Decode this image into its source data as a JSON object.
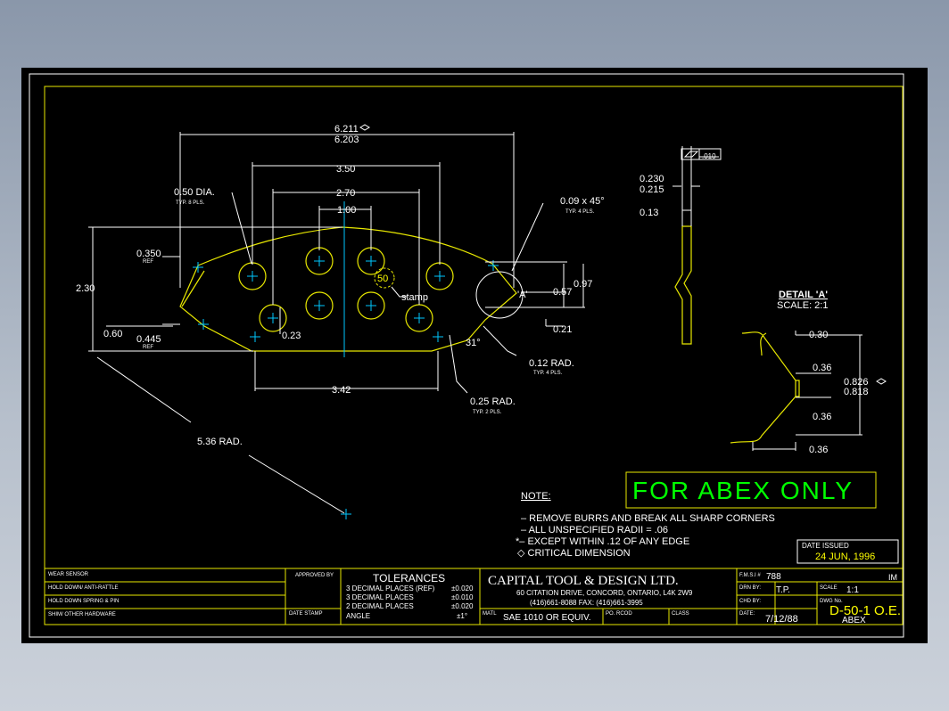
{
  "dims": {
    "overall_max": "6.211",
    "overall_min": "6.203",
    "d350": "3.50",
    "d270": "2.70",
    "d100": "1.00",
    "hole_dia": "0.50 DIA.",
    "hole_dia_note": "TYP. 8 PLS.",
    "chamfer": "0.09 x 45°",
    "chamfer_note": "TYP. 4 PLS.",
    "d0350": "0.350",
    "ref": "REF",
    "d230": "2.30",
    "d060": "0.60",
    "d0445": "0.445",
    "d023": "0.23",
    "d057": "0.57",
    "d097": "0.97",
    "d021": "0.21",
    "d342": "3.42",
    "angle31": "31°",
    "r012": "0.12 RAD.",
    "r012_note": "TYP. 4 PLS.",
    "r025": "0.25 RAD.",
    "r025_note": "TYP. 2 PLS.",
    "r536": "5.36 RAD.",
    "stamp_num": "50",
    "stamp": "stamp",
    "detail_mark": "'A'"
  },
  "side": {
    "flat": ".010",
    "t_max": "0.230",
    "t_min": "0.215",
    "d013": "0.13"
  },
  "detail": {
    "title": "DETAIL 'A'",
    "scale": "SCALE: 2:1",
    "d030": "0.30",
    "d036a": "0.36",
    "d036b": "0.36",
    "d036c": "0.36",
    "d0826": "0.826",
    "d0818": "0.818"
  },
  "banner": "FOR ABEX ONLY",
  "notes": {
    "heading": "NOTE:",
    "items": [
      "– REMOVE BURRS AND BREAK ALL SHARP CORNERS",
      "– ALL UNSPECIFIED RADII = .06",
      "*– EXCEPT WITHIN .12 OF ANY EDGE",
      "◇ CRITICAL DIMENSION"
    ]
  },
  "date_issued": {
    "label": "DATE ISSUED",
    "value": "24 JUN, 1996"
  },
  "title_block": {
    "rows": [
      "WEAR SENSOR",
      "HOLD DOWN/ ANTI-RATTLE",
      "HOLD DOWN SPRING & PIN",
      "SHIM/ OTHER HARDWARE"
    ],
    "approved_by": "APPROVED BY",
    "date_stamp": "DATE STAMP",
    "tol_title": "TOLERANCES",
    "tol_rows": [
      {
        "label": "3 DECIMAL PLACES (REF)",
        "value": "±0.020"
      },
      {
        "label": "3 DECIMAL PLACES",
        "value": "±0.010"
      },
      {
        "label": "2 DECIMAL PLACES",
        "value": "±0.020"
      },
      {
        "label": "ANGLE",
        "value": "±1°"
      }
    ],
    "company": "CAPITAL TOOL & DESIGN LTD.",
    "address": "60 CITATION DRIVE, CONCORD, ONTARIO, L4K 2W9",
    "phone": "(416)661-8088   FAX: (416)661-3995",
    "matl_label": "MATL",
    "matl": "SAE 1010 OR EQUIV.",
    "po_label": "PO. RCOD",
    "class_label": "CLASS",
    "fms_label": "F.M.S.I #",
    "fms": "788",
    "im": "IM",
    "drn_label": "DRN BY:",
    "drn": "T.P.",
    "scale_label": "SCALE",
    "scale": "1:1",
    "chd_label": "CHD BY:",
    "dwg_label": "DWG No.",
    "dwg": "D-50-1 O.E.",
    "abex": "ABEX",
    "date_label": "DATE:",
    "date": "7/12/88"
  }
}
